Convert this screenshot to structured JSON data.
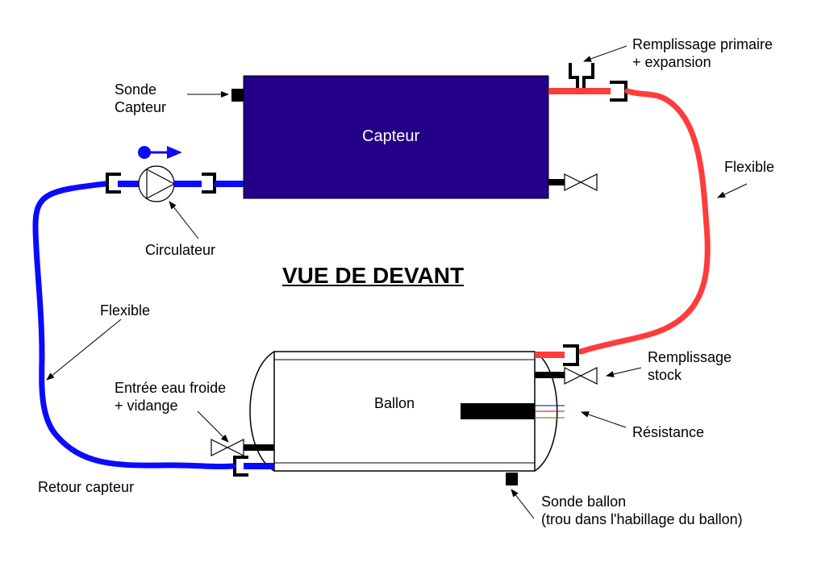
{
  "title": "VUE DE DEVANT",
  "colors": {
    "collector": "#230087",
    "hot_pipe": "#ff3c3c",
    "cold_pipe": "#0a0aff",
    "fitting": "#000000"
  },
  "components": {
    "collector": "Capteur",
    "tank": "Ballon"
  },
  "labels": {
    "sonde_capteur_l1": "Sonde",
    "sonde_capteur_l2": "Capteur",
    "remplissage_primaire_l1": "Remplissage primaire",
    "remplissage_primaire_l2": "+ expansion",
    "flexible_right": "Flexible",
    "circulateur": "Circulateur",
    "flexible_left": "Flexible",
    "entree_eau_l1": "Entrée eau froide",
    "entree_eau_l2": "+ vidange",
    "retour_capteur": "Retour capteur",
    "remplissage_stock_l1": "Remplissage",
    "remplissage_stock_l2": "stock",
    "resistance": "Résistance",
    "sonde_ballon_l1": "Sonde ballon",
    "sonde_ballon_l2": "(trou dans l'habillage du ballon)"
  }
}
